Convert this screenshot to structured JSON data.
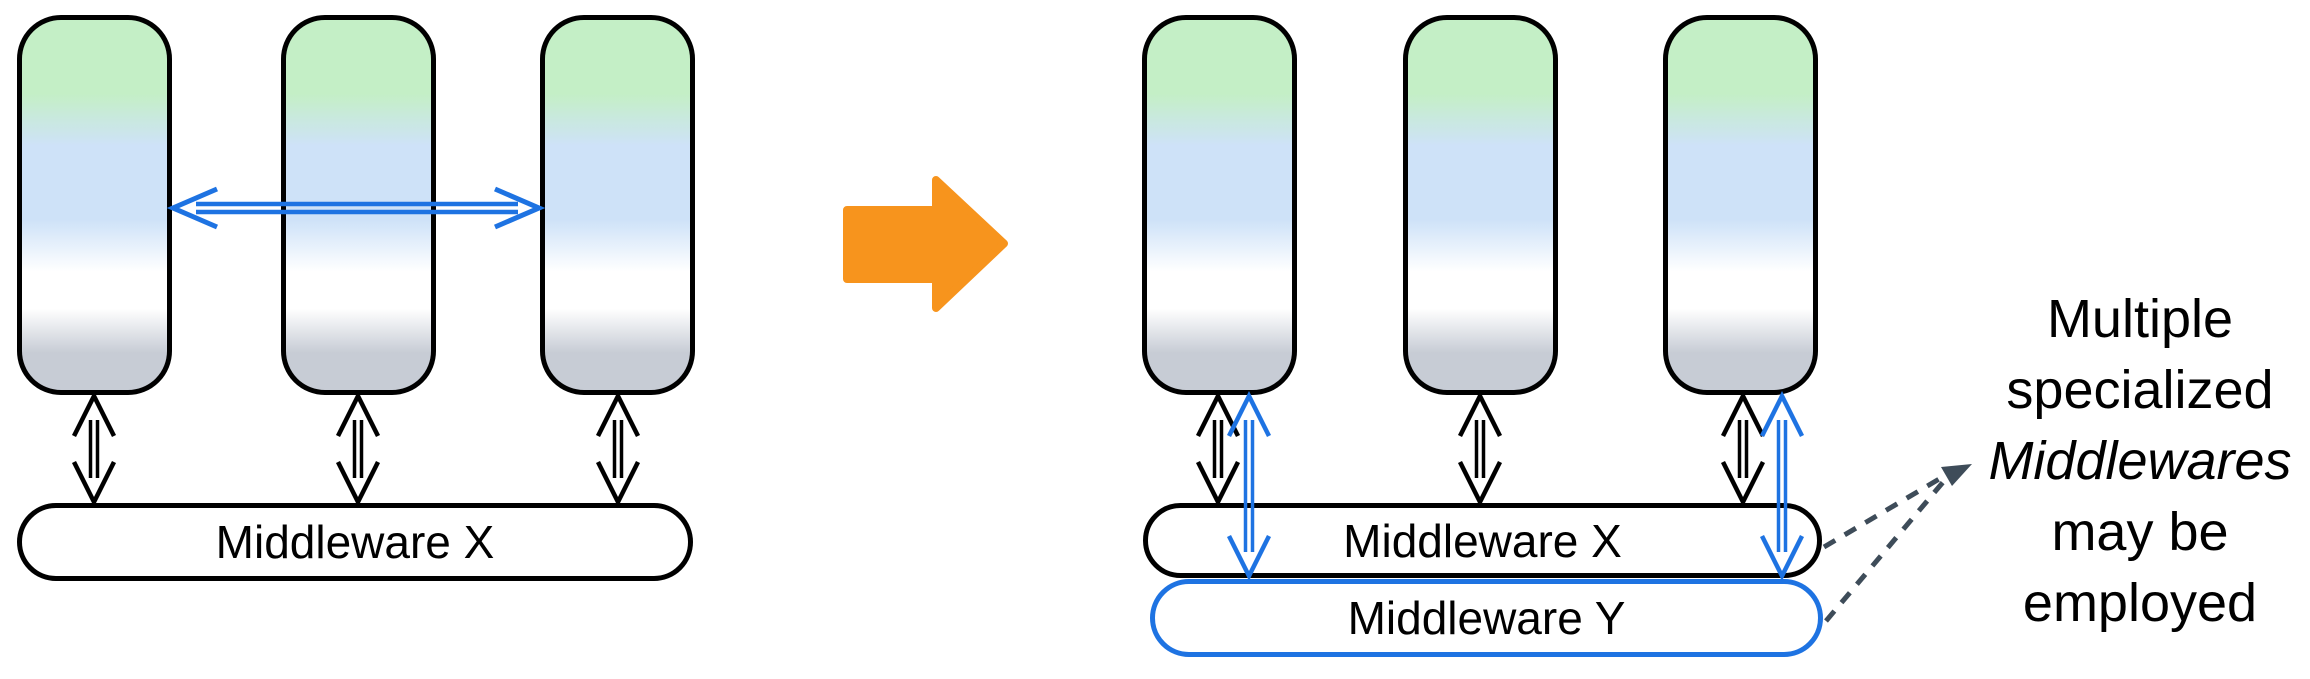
{
  "diagram": {
    "left_group": {
      "description": "three components linked peer-to-peer and via one middleware",
      "component_count": 3,
      "middleware_label": "Middleware X"
    },
    "right_group": {
      "description": "three components linked via two stacked middlewares",
      "component_count": 3,
      "middleware_x_label": "Middleware X",
      "middleware_y_label": "Middleware Y"
    },
    "annotation": {
      "lines": [
        "Multiple",
        "specialized",
        "Middlewares",
        "may be",
        "employed"
      ],
      "italic_line_index": 2
    },
    "colors": {
      "accent_blue": "#1E73E2",
      "arrow_black": "#000000",
      "orange": "#F7941D",
      "dashed_gray": "#3E4C59",
      "pill_green": "#C4EFC6",
      "pill_blue": "#CEE2F8",
      "pill_gray": "#C7CCD5",
      "text_black": "#000000"
    }
  }
}
